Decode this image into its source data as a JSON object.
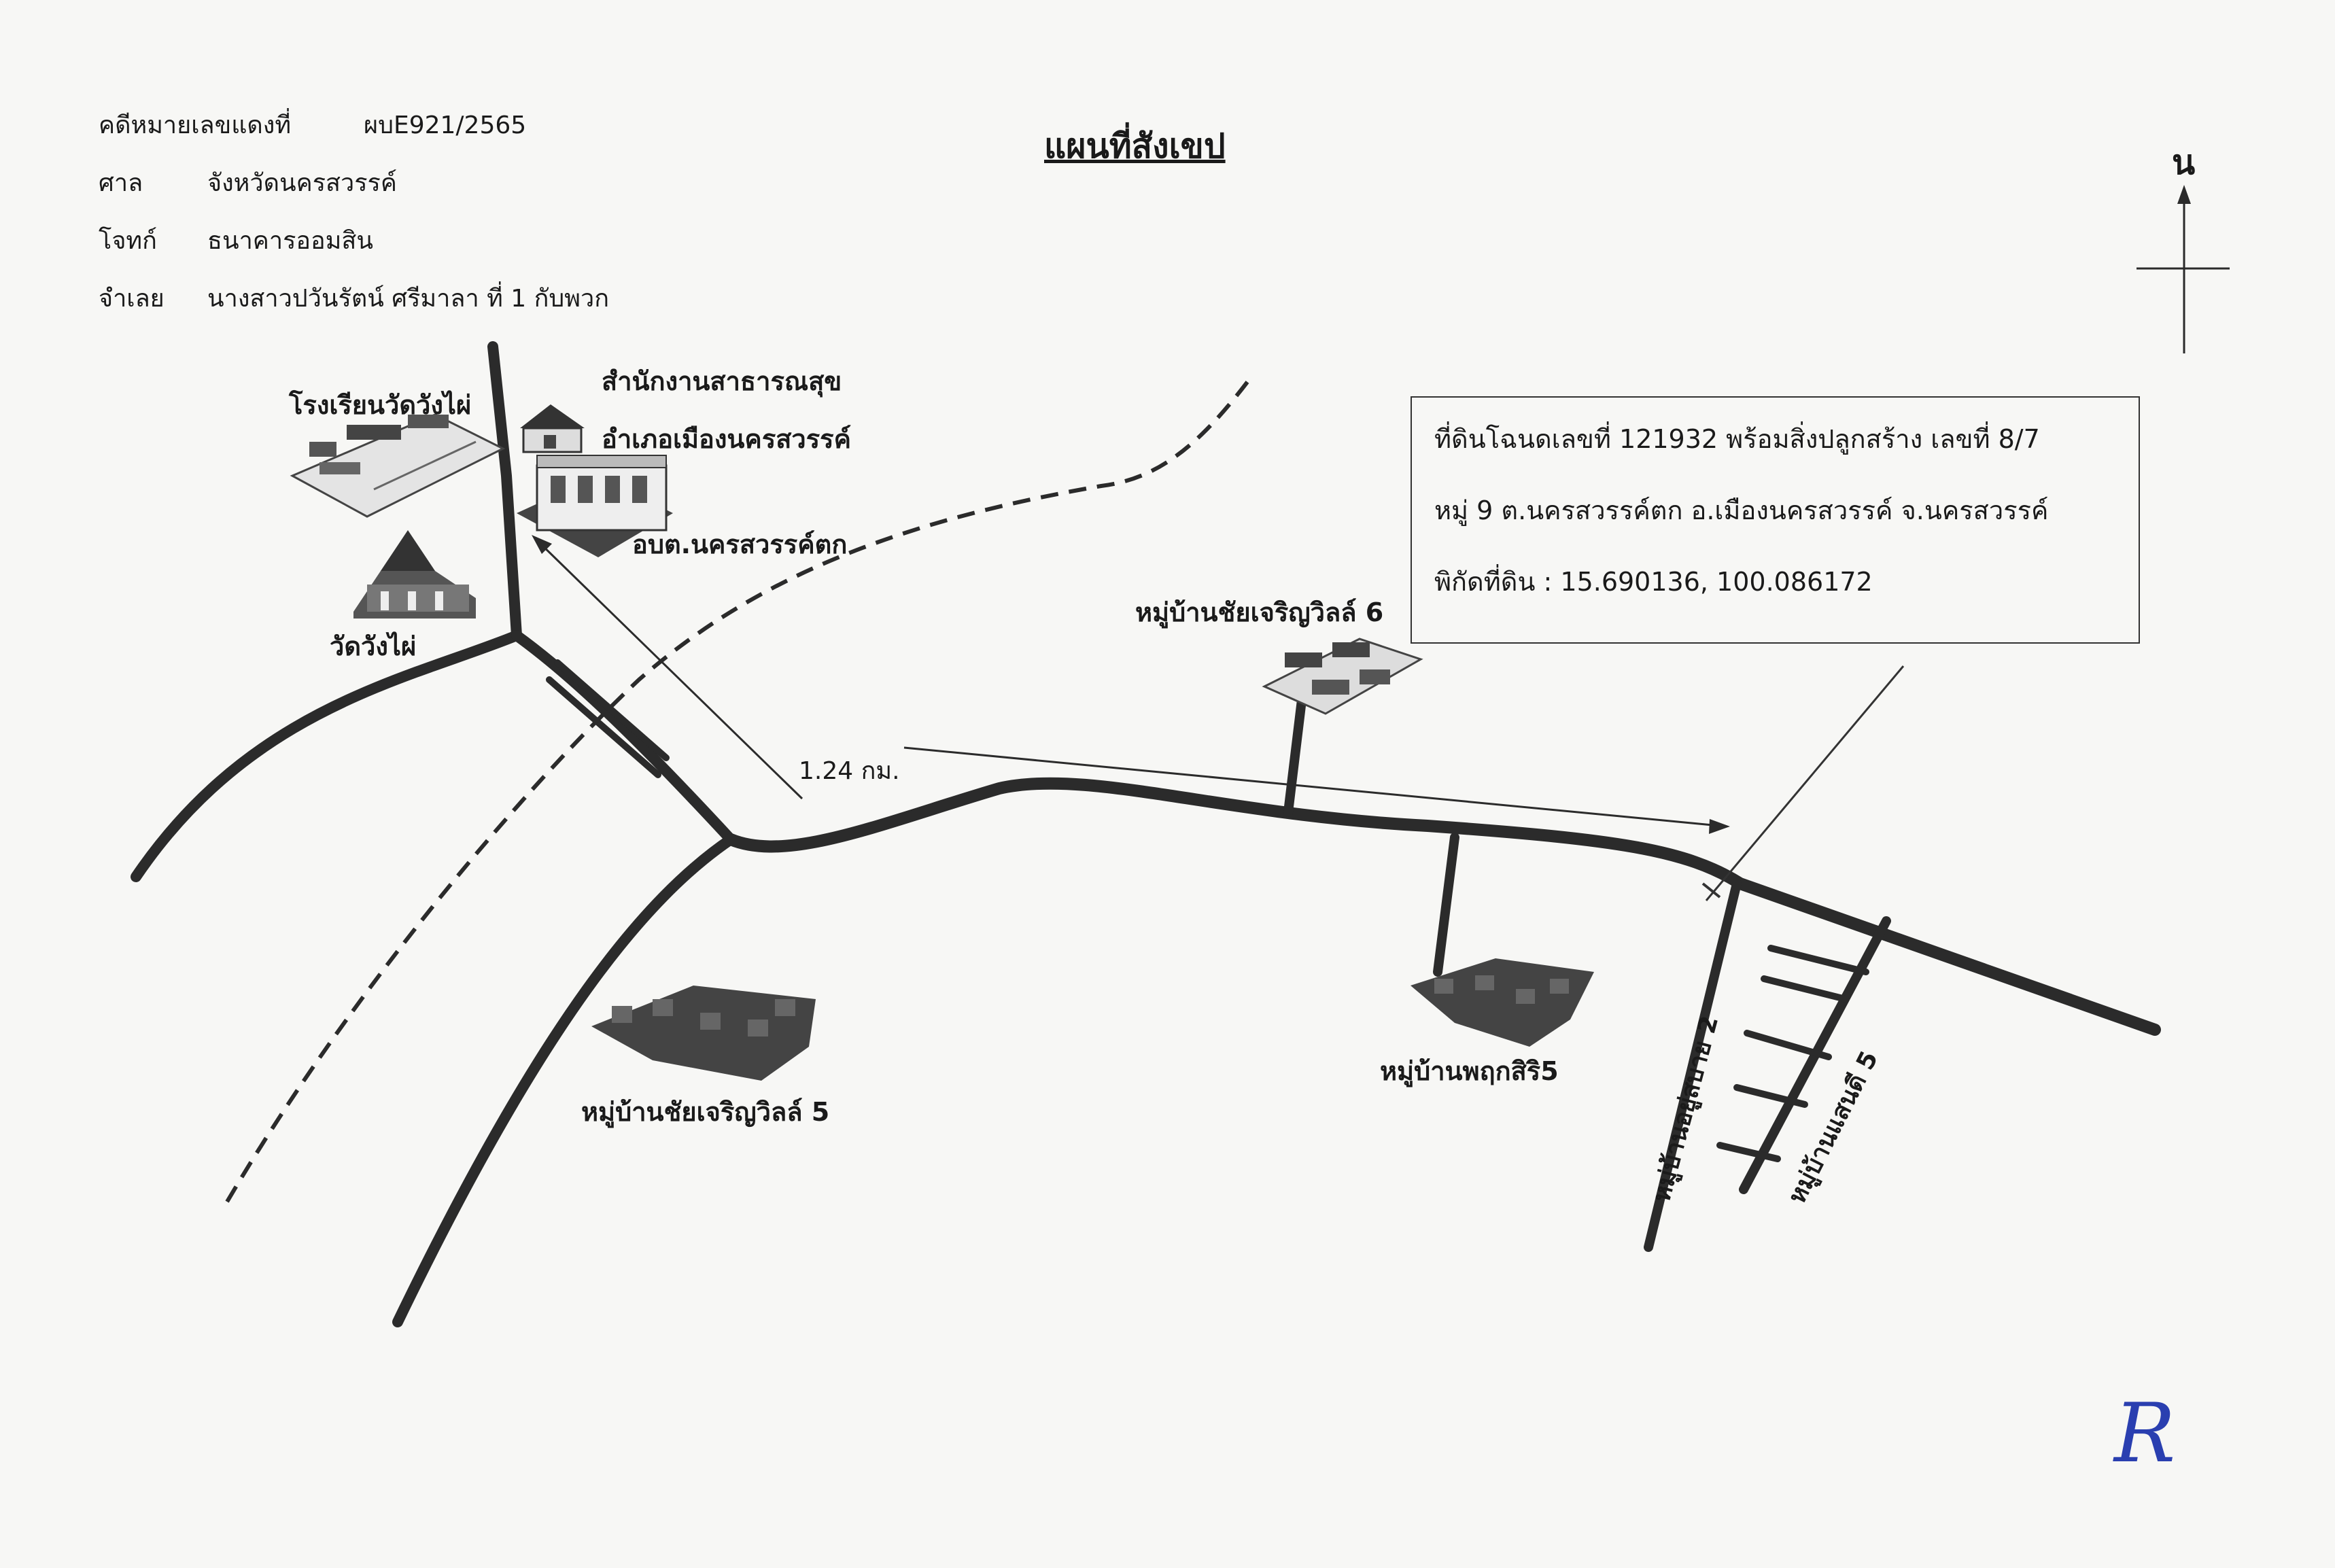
{
  "case": {
    "rows": [
      {
        "label": "คดีหมายเลขแดงที่",
        "value": "ผบE921/2565"
      },
      {
        "label": "ศาล",
        "value": "จังหวัดนครสวรรค์"
      },
      {
        "label": "โจทก์",
        "value": "ธนาคารออมสิน"
      },
      {
        "label": "จำเลย",
        "value": "นางสาวปวันรัตน์   ศรีมาลา   ที่ 1 กับพวก"
      }
    ]
  },
  "title": "แผนที่สังเขป",
  "north": "น",
  "info": {
    "line1": "ที่ดินโฉนดเลขที่ 121932 พร้อมสิ่งปลูกสร้าง เลขที่  8/7",
    "line2": "หมู่ 9  ต.นครสวรรค์ตก  อ.เมืองนครสวรรค์  จ.นครสวรรค์",
    "line3": "พิกัดที่ดิน : 15.690136, 100.086172"
  },
  "landmarks": {
    "school": "โรงเรียนวัดวังไผ่",
    "health_office_1": "สำนักงานสาธารณสุข",
    "health_office_2": "อำเภอเมืองนครสวรรค์",
    "sao": "อบต.นครสวรรค์ตก",
    "temple": "วัดวังไผ่",
    "village_6": "หมู่บ้านชัยเจริญวิลล์ 6",
    "village_5": "หมู่บ้านชัยเจริญวิลล์ 5",
    "village_pruksiri": "หมู่บ้านพฤกสิริ5",
    "village_yusabai": "หมู่บ้านอยู่สบาย 2",
    "village_saendee": "หมู่บ้านแสนดี 5"
  },
  "distance": "1.24 กม.",
  "initial": "R"
}
